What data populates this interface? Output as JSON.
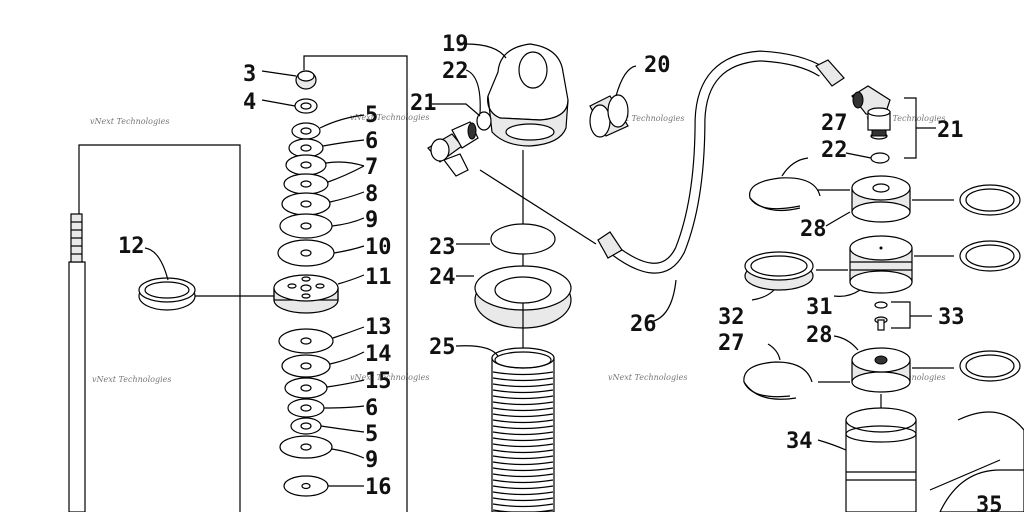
{
  "callouts": {
    "n1": "3",
    "n2": "4",
    "n3": "5",
    "n4": "6",
    "n5": "7",
    "n6": "8",
    "n7": "9",
    "n8": "10",
    "n9": "11",
    "n10": "12",
    "n11": "13",
    "n12": "14",
    "n13": "15",
    "n14": "6",
    "n15": "5",
    "n16": "9",
    "n17": "16",
    "n18": "19",
    "n19": "22",
    "n20": "21",
    "n21": "20",
    "n22": "23",
    "n23": "24",
    "n24": "25",
    "n25": "26",
    "n26": "21",
    "n27": "27",
    "n28": "22",
    "n29": "28",
    "n30": "31",
    "n31": "32",
    "n32": "27",
    "n33": "33",
    "n34": "28",
    "n35": "34",
    "n36": "35"
  },
  "watermark": {
    "text": "vNext Technologies"
  },
  "colors": {
    "line": "#000000",
    "watermark": "#777777"
  }
}
